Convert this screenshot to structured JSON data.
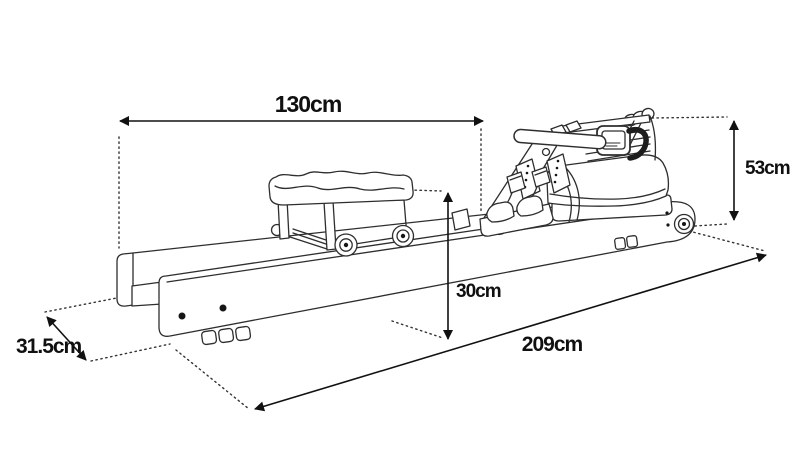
{
  "diagram": {
    "subject": "water-rowing-machine-dimensions",
    "colors": {
      "background": "#ffffff",
      "linework": "#2e2e2e",
      "dimensions": "#111111"
    },
    "labels": {
      "rail_length": "130cm",
      "machine_height": "53cm",
      "seat_height": "30cm",
      "overall_length": "209cm",
      "overall_width": "31.5cm"
    }
  }
}
